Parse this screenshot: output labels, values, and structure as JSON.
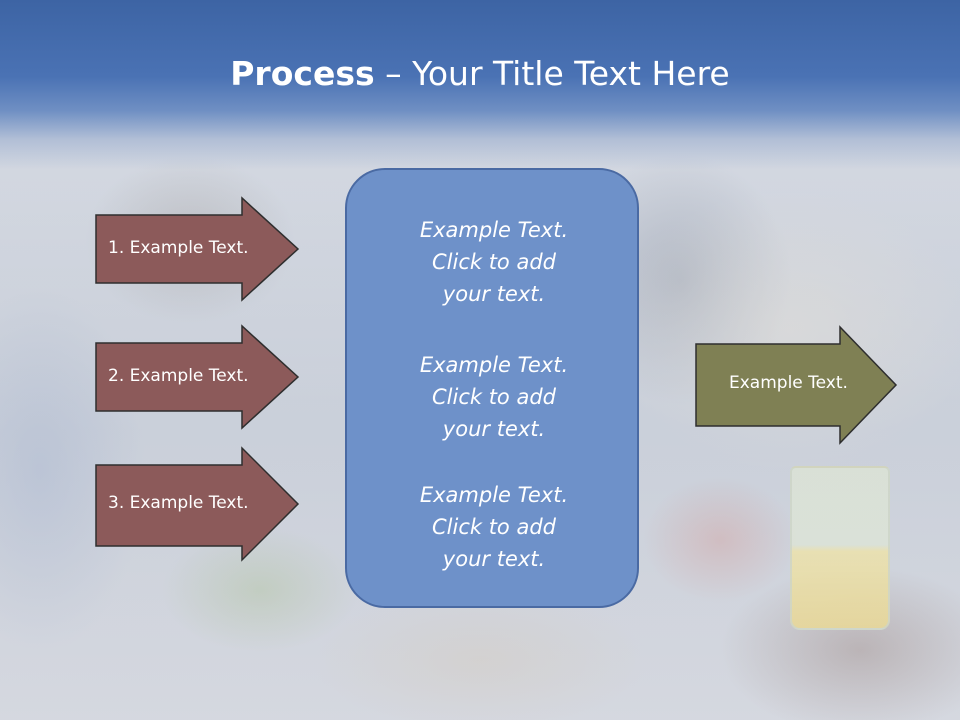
{
  "title": {
    "bold": "Process",
    "rest": " – Your Title Text Here"
  },
  "left_arrows": [
    {
      "label": "1. Example Text."
    },
    {
      "label": "2. Example Text."
    },
    {
      "label": "3. Example Text."
    }
  ],
  "center_box": {
    "blocks": [
      {
        "line1": "Example Text.",
        "line2": "Click  to add",
        "line3": "your text."
      },
      {
        "line1": "Example Text.",
        "line2": "Click  to add",
        "line3": "your text."
      },
      {
        "line1": "Example Text.",
        "line2": "Click  to add",
        "line3": "your text."
      }
    ]
  },
  "right_arrow": {
    "label": "Example Text."
  },
  "colors": {
    "title_band": "#4a72b4",
    "left_arrow_fill": "#8c5a5a",
    "center_box_fill": "#6e91c9",
    "right_arrow_fill": "#7f8054"
  }
}
